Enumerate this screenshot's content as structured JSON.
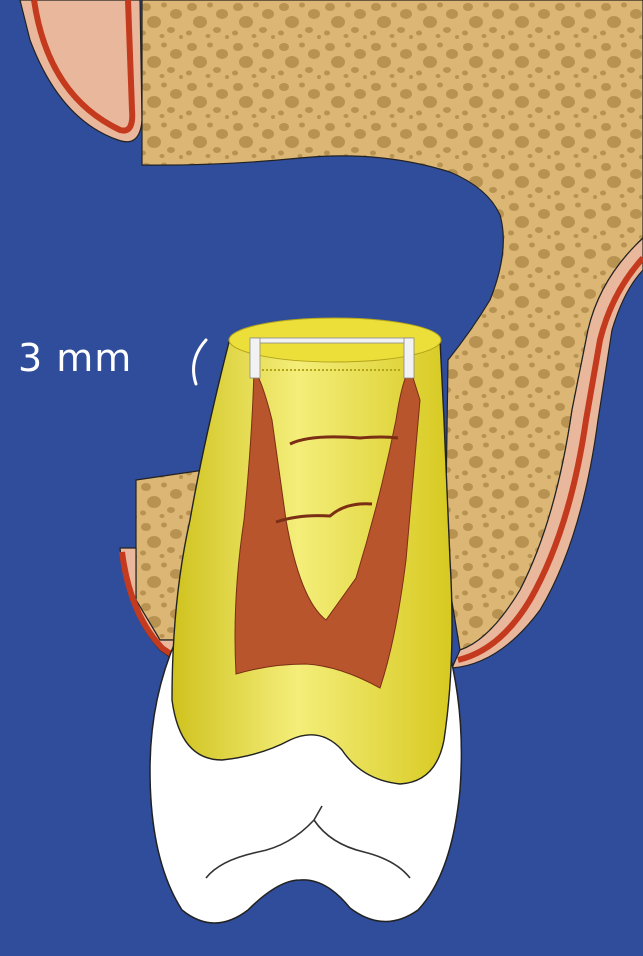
{
  "figure": {
    "measurement_label": "3 mm",
    "colors": {
      "background": "#2f4d9a",
      "bone": "#dcb675",
      "bone_pores": "#b89250",
      "gingiva": "#e9b79b",
      "periosteum_red": "#c43a1e",
      "root": "#e7d92c",
      "root_highlight": "#f4ee7a",
      "pulp": "#b9552c",
      "crown": "#ffffff",
      "outline": "#222222",
      "retrograde_filling": "#f2f2f2"
    },
    "parts": [
      "alveolar-bone",
      "gingiva",
      "tooth-root",
      "root-canal-pulp",
      "crown",
      "retrograde-filling",
      "measurement-bracket"
    ]
  }
}
